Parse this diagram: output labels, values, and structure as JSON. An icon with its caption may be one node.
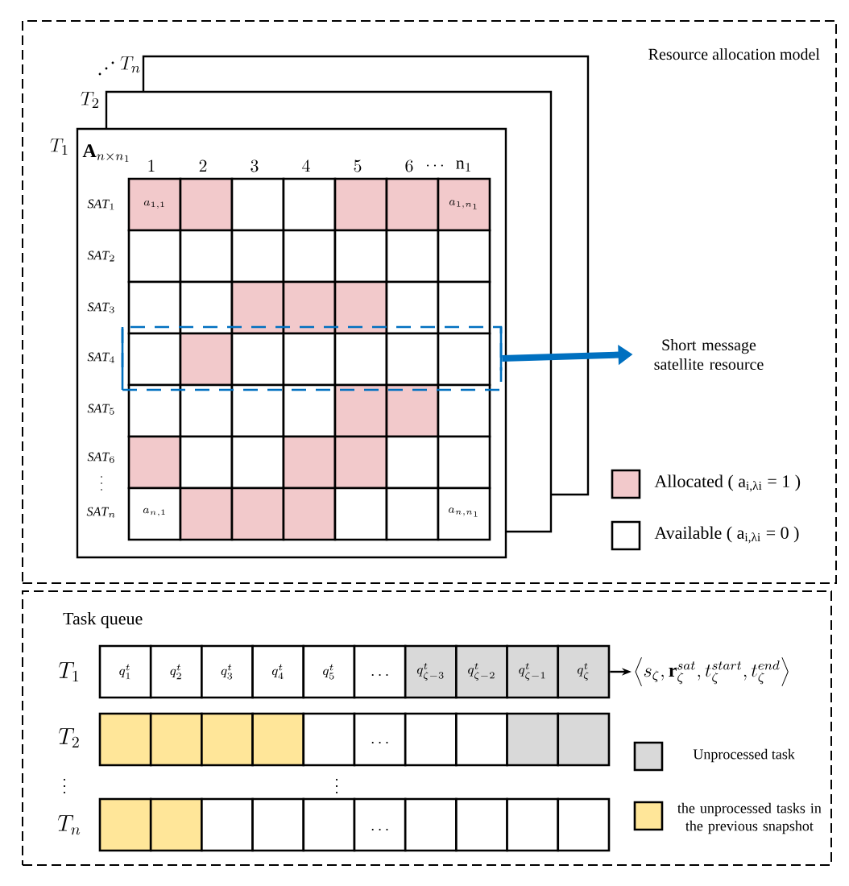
{
  "diagram": {
    "nodes": [
      {
        "text": [
          "Resource allocation model"
        ]
      },
      {
        "text": [],
        "shape": "box",
        "in": 0
      },
      {
        "text": [
          "Short message satellite resource"
        ],
        "in": 0
      },
      {
        "text": [
          "Task queue"
        ]
      },
      {
        "text": [
          "q_{\\zeta}^{t}"
        ],
        "in": 3
      },
      {
        "text": [
          "\\left\\langle s_{\\zeta},\\mathbf{r}_{\\zeta}^{sat},t_{\\zeta}^{start},t_{\\zeta}^{end}\\right\\rangle"
        ],
        "in": 3
      }
    ],
    "edges": [
      {
        "from": 1,
        "to": 2,
        "arrow": "to",
        "style": "thick",
        "color": "#0070c0"
      },
      {
        "from": 4,
        "to": 5,
        "arrow": "to",
        "color": "#000000"
      }
    ],
    "labels": [
      "T_n",
      "T_2",
      "T_1",
      "\\mathbf{A}_{n\\times n_1}",
      "1",
      "2",
      "3",
      "4",
      "5",
      "6",
      "\\cdots",
      "\\mathrm{n}_1",
      "\\mathit{SAT}_1",
      "a_{1,1}",
      "a_{1,n_1}",
      "\\mathit{SAT}_2",
      "\\mathit{SAT}_3",
      "\\mathit{SAT}_4",
      "\\mathit{SAT}_5",
      "\\mathit{SAT}_6",
      "\\vdots",
      "\\mathit{SAT}_n",
      "a_{n,1}",
      "a_{n,n_1}",
      "T_1",
      "q_1^t",
      "q_2^t",
      "q_3^t",
      "q_4^t",
      "q_5^t",
      "\\mathbf{\\ldots}",
      "q_{\\zeta-3}^t",
      "q_{\\zeta-2}^t",
      "q_{\\zeta-1}^t",
      "T_2",
      "\\mathbf{\\ldots}",
      "\\vdots",
      "\\vdots",
      "T_n",
      "\\mathbf{\\ldots}"
    ],
    "legend": [
      {
        "text": "Allocated ( a$_{i,λi}$ = 1 )",
        "color": "#f2c9cb"
      },
      {
        "text": "Available ( a$_{i,λi}$ = 0 )"
      },
      {
        "text": "Unprocessed task",
        "color": "#d9d9d9"
      },
      {
        "text": "the unprocessed tasks in the previous snapshot",
        "color": "#ffe699"
      }
    ]
  }
}
